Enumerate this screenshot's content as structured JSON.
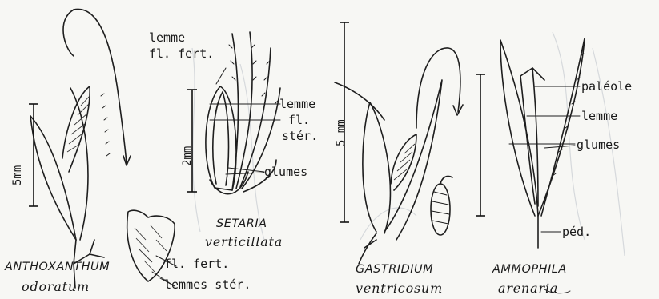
{
  "figures": [
    {
      "genus": "ANTHOXANTHUM",
      "species": "odoratum",
      "scale_label": "5mm",
      "labels": [
        "fl. fert.",
        "lemmes stér."
      ]
    },
    {
      "genus": "SETARIA",
      "species": "verticillata",
      "scale_label": "2mm",
      "labels": [
        "lemme",
        "fl. fert.",
        "lemme",
        "fl.",
        "stér.",
        "glumes"
      ]
    },
    {
      "genus": "GASTRIDIUM",
      "species": "ventricosum",
      "scale_label": "5 mm",
      "labels": []
    },
    {
      "genus": "AMMOPHILA",
      "species": "arenaria",
      "scale_label": "",
      "labels": [
        "paléole",
        "lemme",
        "glumes",
        "péd."
      ]
    }
  ],
  "colors": {
    "ink": "#1e1e1e",
    "paper": "#f7f7f4"
  }
}
